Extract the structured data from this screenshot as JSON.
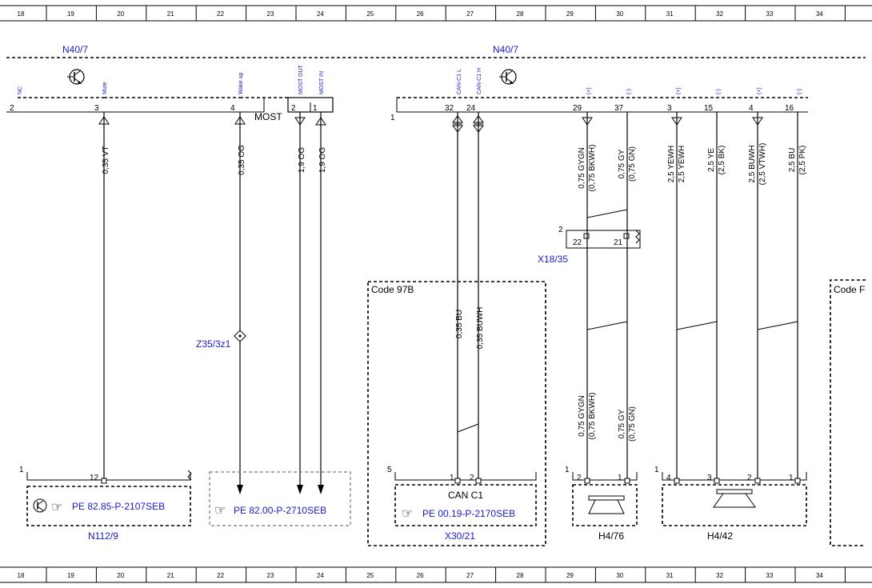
{
  "grid_columns": [
    "18",
    "19",
    "20",
    "21",
    "22",
    "23",
    "24",
    "25",
    "26",
    "27",
    "28",
    "29",
    "30",
    "31",
    "32",
    "33",
    "34"
  ],
  "devices": {
    "n40_left": "N40/7",
    "n40_right": "N40/7",
    "x18": "X18/35",
    "z35": "Z35/3z1",
    "n112": "N112/9",
    "x30": "X30/21",
    "h476": "H4/76",
    "h442": "H4/42"
  },
  "codes": {
    "code97b": "Code 97B",
    "code_right": "Code F"
  },
  "pin_labels": {
    "nc": "NC",
    "mute": "Mute",
    "wake": "Wake up",
    "most_out": "MOST OUT",
    "most_in": "MOST IN",
    "can_l": "CAN-C1 L",
    "can_h": "CAN-C1 H",
    "plus": "(+)",
    "minus": "(-)"
  },
  "pins": {
    "p2": "2",
    "p3": "3",
    "p4": "4",
    "p2b": "2",
    "p1b": "1",
    "p1": "1",
    "p32": "32",
    "p24": "24",
    "p29": "29",
    "p37": "37",
    "p3r": "3",
    "p15": "15",
    "p4r": "4",
    "p16": "16",
    "x18_2": "2",
    "x18_22": "22",
    "x18_21": "21",
    "n112_1": "1",
    "n112_12": "12",
    "x30_5": "5",
    "x30_1": "1",
    "x30_2": "2",
    "h476_1a": "1",
    "h476_2": "2",
    "h476_1": "1",
    "h442_1a": "1",
    "h442_4": "4",
    "h442_3": "3",
    "h442_2": "2",
    "h442_1": "1"
  },
  "most_label": "MOST",
  "can_label": "CAN C1",
  "wires": {
    "w_mute": "0,35 VT",
    "w_wake": "0,35 OG",
    "w_most1": "1,9 OG",
    "w_most2": "1,9 OG",
    "w_can_l": "0,35 BU",
    "w_can_h": "0,35 BUWH",
    "w29_a1": "0,75 GYGN",
    "w29_a2": "(0,75 BKWH)",
    "w37_a1": "0,75 GY",
    "w37_a2": "(0,75 GN)",
    "w29_b1": "0,75 GYGN",
    "w29_b2": "(0,75 BKWH)",
    "w37_b1": "0,75 GY",
    "w37_b2": "(0,75 GN)",
    "w3_1": "2,5 YEWH",
    "w3_2": "2,5 YEWH",
    "w15_1": "2,5 YE",
    "w15_2": "(2,5 BK)",
    "w4_1": "2,5 BUWH",
    "w4_2": "(2,5 VTWH)",
    "w16_1": "2,5 BU",
    "w16_2": "(2,5 PK)"
  },
  "references": {
    "n112_ref": "PE 82.85-P-2107SEB",
    "mid_ref": "PE 82.00-P-2710SEB",
    "x30_ref": "PE 00.19-P-2170SEB"
  }
}
